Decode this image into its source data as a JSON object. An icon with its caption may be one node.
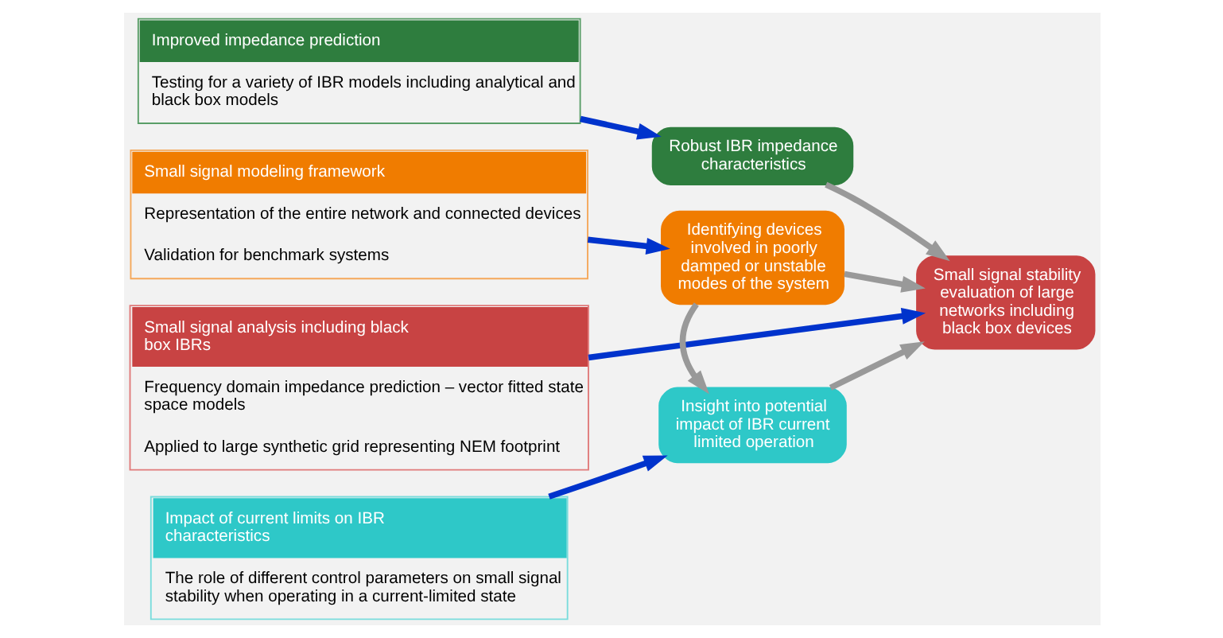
{
  "diagram": {
    "nodes": [
      {
        "text": [
          "Improved impedance prediction",
          "Testing for a variety of IBR models including analytical and black box models"
        ]
      },
      {
        "text": [
          "Small signal modeling framework",
          "Representation of the entire network and connected devices",
          "Validation for benchmark systems"
        ]
      },
      {
        "text": [
          "Small signal analysis including black box IBRs",
          "Frequency domain impedance prediction – vector fitted state space models",
          "Applied to large synthetic grid representing NEM footprint"
        ]
      },
      {
        "text": [
          "Impact of current limits on IBR characteristics",
          "The role of different control parameters on small signal stability when operating in a current-limited state"
        ]
      },
      {
        "text": [
          "Robust IBR impedance characteristics"
        ]
      },
      {
        "text": [
          "Identifying devices involved in poorly damped or unstable modes of the system"
        ]
      },
      {
        "text": [
          "Small signal stability evaluation of large networks including black box devices"
        ]
      },
      {
        "text": [
          "Insight into potential impact of IBR current limited operation"
        ]
      }
    ],
    "edges": [
      {
        "from": 0,
        "to": 4,
        "arrow": "to",
        "color": "#0033cc"
      },
      {
        "from": 1,
        "to": 5,
        "arrow": "to",
        "color": "#0033cc"
      },
      {
        "from": 2,
        "to": 6,
        "arrow": "to",
        "color": "#0033cc"
      },
      {
        "from": 3,
        "to": 7,
        "arrow": "to",
        "color": "#0033cc"
      },
      {
        "from": 4,
        "to": 6,
        "arrow": "to",
        "color": "#999999"
      },
      {
        "from": 5,
        "to": 6,
        "arrow": "to",
        "color": "#999999"
      },
      {
        "from": 5,
        "to": 7,
        "arrow": "to",
        "color": "#999999"
      },
      {
        "from": 7,
        "to": 6,
        "arrow": "to",
        "color": "#999999"
      }
    ]
  }
}
